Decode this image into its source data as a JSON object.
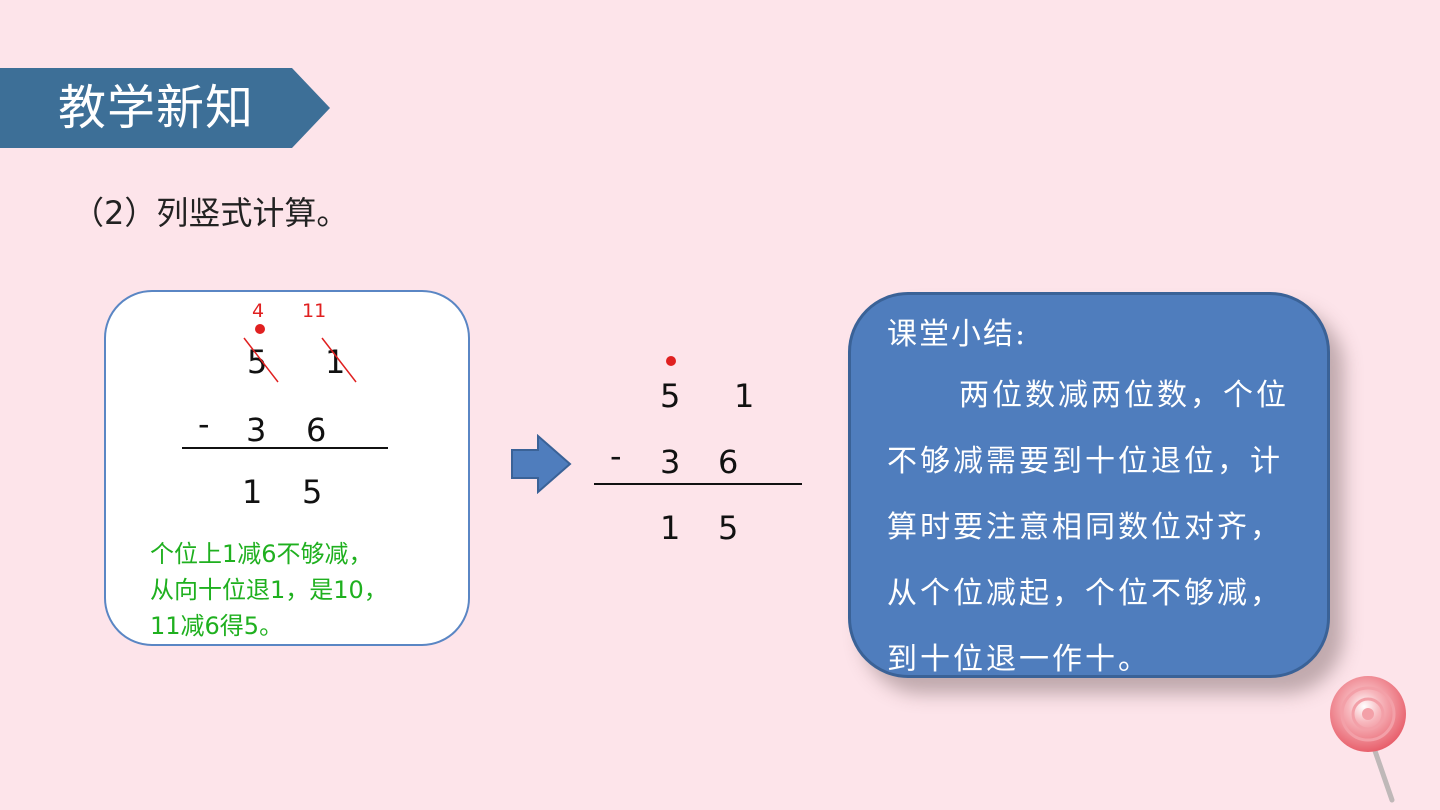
{
  "header": {
    "title": "教学新知"
  },
  "subtitle": "（2）列竖式计算。",
  "left_calc": {
    "borrow_tens": "4",
    "borrow_ones": "11",
    "top_tens": "5",
    "top_ones": "1",
    "minus": "-",
    "sub_tens": "3",
    "sub_ones": "6",
    "res_tens": "1",
    "res_ones": "5",
    "note": "个位上1减6不够减，\n从向十位退1，是10，\n11减6得5。"
  },
  "right_calc": {
    "top_tens": "5",
    "top_ones": "1",
    "minus": "-",
    "sub_tens": "3",
    "sub_ones": "6",
    "res_tens": "1",
    "res_ones": "5"
  },
  "summary": {
    "title": "课堂小结:",
    "body": "两位数减两位数，个位不够减需要到十位退位，计算时要注意相同数位对齐，从个位减起，个位不够减，到十位退一作十。"
  },
  "colors": {
    "background": "#fde4ea",
    "banner": "#3d6f97",
    "summary_box": "#4f7dbd",
    "note_text": "#1fb01f",
    "borrow_mark": "#e02020"
  }
}
